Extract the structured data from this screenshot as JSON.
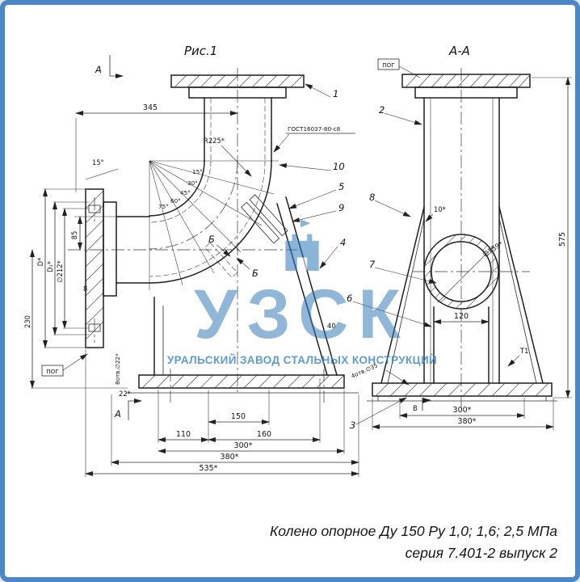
{
  "frame": {
    "border_color": "#4c86c6"
  },
  "caption": {
    "line1": "Колено опорное Ду 150 Ру 1,0; 1,6; 2,5 МПа",
    "line2": "серия 7.401-2 выпуск 2"
  },
  "watermark": {
    "logo": "УЗСК",
    "subtitle": "УРАЛЬСКИЙ ЗАВОД СТАЛЬНЫХ КОНСТРУКЦИЙ",
    "color": "#2e7ab9"
  },
  "main_view": {
    "title": "Рис.1",
    "section_letter": "А",
    "weld_note": "ГОСТ16037-80-с8",
    "radius_label": "R225*",
    "detail_letter": "Б",
    "surface_mark": "ПОГ",
    "angle_labels": [
      "15°",
      "30°",
      "45°",
      "60°",
      "75°"
    ],
    "dims": {
      "top_345": "345",
      "angle_15": "15°",
      "left_85": "85",
      "flange_D": "D*",
      "flange_D1": "D₁*",
      "bolt_circle": "∅212*",
      "height_230": "230",
      "wall_8": "8",
      "holes_note": "8отв.∅22*",
      "base_22": "22*",
      "slant_40": "40",
      "b110": "110",
      "b150": "150",
      "b160": "160",
      "b300": "300*",
      "b380": "380*",
      "b535": "535*"
    },
    "callouts": {
      "n1": "1",
      "n10": "10",
      "n5": "5",
      "n9": "9",
      "n4": "4"
    }
  },
  "section_view": {
    "title": "А-А",
    "surface_mark": "ПОГ",
    "dims": {
      "height_575": "575",
      "dia_159": "∅159*",
      "wall_10": "10*",
      "w120": "120",
      "b300": "300*",
      "b380": "380*",
      "holes": "4отв.∅35",
      "weld_mark": "Т1",
      "base_mark": "В"
    },
    "callouts": {
      "n2": "2",
      "n8": "8",
      "n7": "7",
      "n6": "6",
      "n3": "3"
    }
  }
}
